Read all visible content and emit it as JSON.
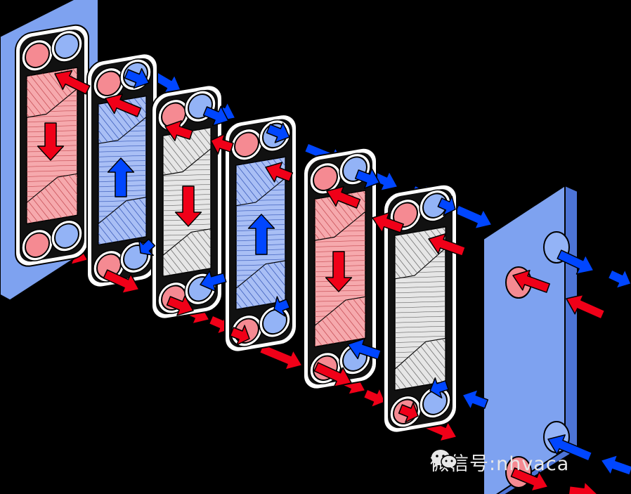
{
  "colors": {
    "background": "#000000",
    "frame_face": "#7ea2f0",
    "frame_side": "#4d74d6",
    "hot_fill": "#f6a9ad",
    "hot_hatch": "#c2444c",
    "cold_fill": "#a9bff5",
    "cold_hatch": "#2d4fb4",
    "neutral_fill": "#e6e6e6",
    "neutral_hatch": "#555555",
    "hot_port": "#f58a92",
    "cold_port": "#93b3f6",
    "hot_arrow": "#f00018",
    "cold_arrow": "#0046ff",
    "gasket": "#ffffff"
  },
  "plates": [
    {
      "name": "frame-plate-fixed",
      "fill": "hot"
    },
    {
      "name": "plate-1",
      "fill": "cold"
    },
    {
      "name": "plate-2",
      "fill": "neutral"
    },
    {
      "name": "plate-3",
      "fill": "cold"
    },
    {
      "name": "plate-4",
      "fill": "hot"
    },
    {
      "name": "plate-5",
      "fill": "neutral"
    }
  ],
  "watermark": {
    "icon": "wechat-icon",
    "text": "微信号:nhvaca"
  }
}
